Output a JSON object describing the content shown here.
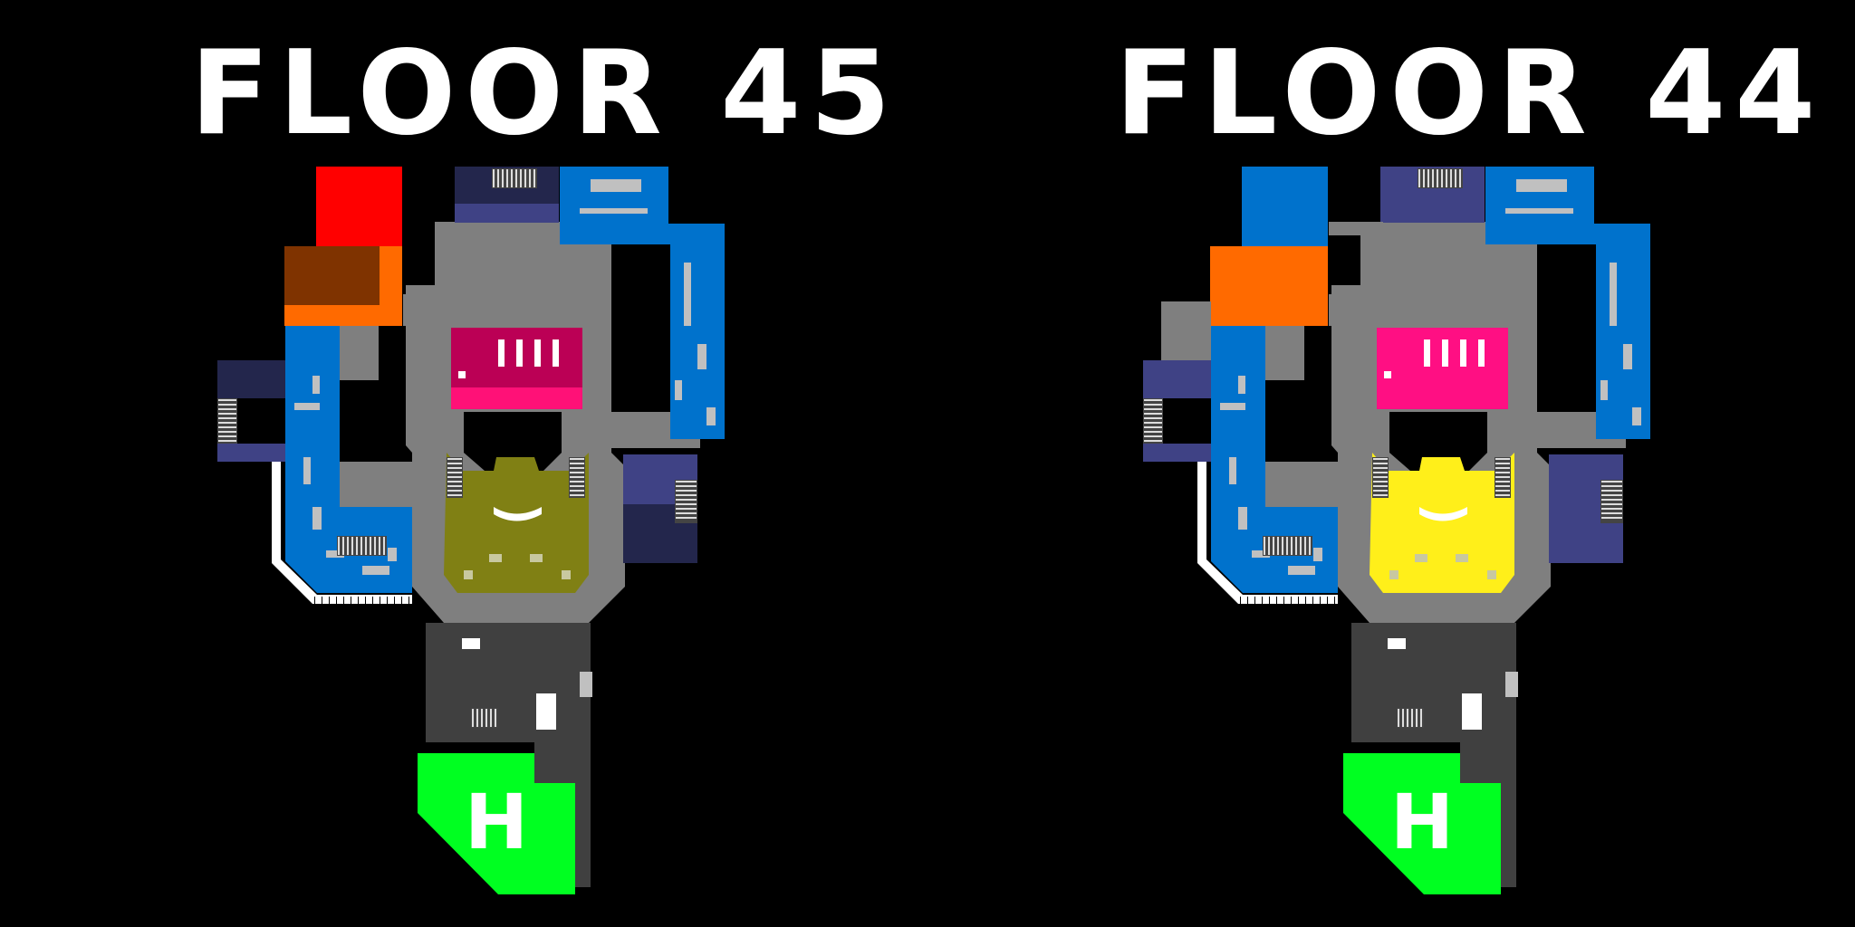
{
  "maps": [
    {
      "title": "FLOOR 45",
      "helipad_label": "H",
      "colors": {
        "top_left_room": "#ff0000",
        "brown_room": "#7f3300",
        "orange_room": "#ff6a00",
        "west_blue": "#0072cc",
        "east_blue": "#0072cc",
        "center_room": "#bb0055",
        "center_room_accent": "#ff1177",
        "atrium": "#808014",
        "navy_a": "#23264c",
        "navy_b": "#3f4285",
        "helipad": "#00ff21"
      }
    },
    {
      "title": "FLOOR 44",
      "helipad_label": "H",
      "colors": {
        "top_left_room": "#0072cc",
        "brown_room": "#ff6a00",
        "orange_room": "#ff6a00",
        "west_blue": "#0072cc",
        "east_blue": "#0072cc",
        "center_room": "#ff0f83",
        "center_room_accent": "#ff0f83",
        "atrium": "#ffef1a",
        "navy_a": "#3f4285",
        "navy_b": "#3f4285",
        "helipad": "#00ff21"
      }
    }
  ]
}
